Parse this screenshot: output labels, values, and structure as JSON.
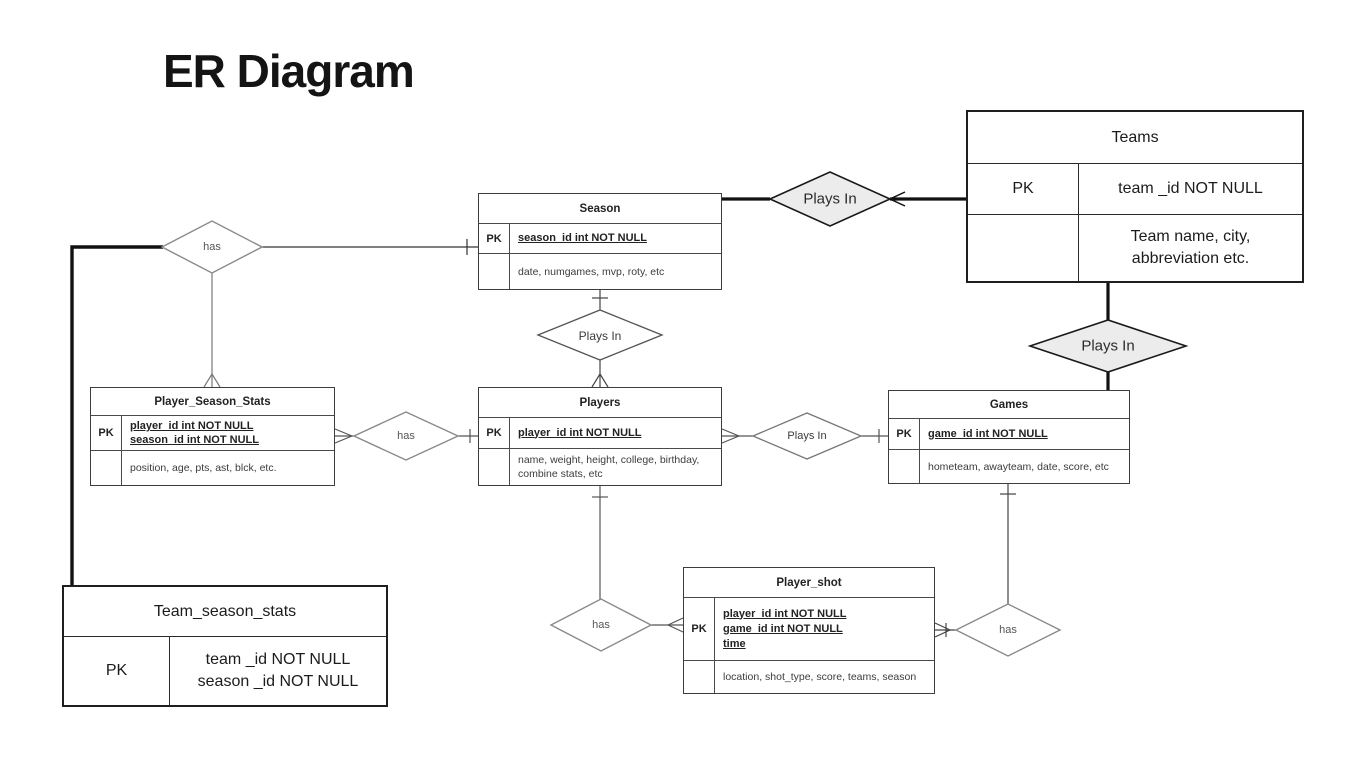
{
  "title": "ER Diagram",
  "entities": {
    "teams": {
      "title": "Teams",
      "pk_label": "PK",
      "pk_fields": [
        "team _id NOT NULL"
      ],
      "attrs": [
        "Team name, city, abbreviation etc."
      ]
    },
    "season": {
      "title": "Season",
      "pk_label": "PK",
      "pk_fields": [
        "season_id int NOT NULL"
      ],
      "attrs": [
        "date, numgames, mvp, roty, etc"
      ]
    },
    "player_season_stats": {
      "title": "Player_Season_Stats",
      "pk_label": "PK",
      "pk_fields": [
        "player_id int NOT NULL",
        "season_id int NOT NULL"
      ],
      "attrs": [
        "position, age, pts, ast, blck, etc."
      ]
    },
    "players": {
      "title": "Players",
      "pk_label": "PK",
      "pk_fields": [
        "player_id int NOT NULL"
      ],
      "attrs": [
        "name, weight, height, college, birthday, combine stats, etc"
      ]
    },
    "games": {
      "title": "Games",
      "pk_label": "PK",
      "pk_fields": [
        "game_id int NOT NULL"
      ],
      "attrs": [
        "hometeam, awayteam, date, score, etc"
      ]
    },
    "player_shot": {
      "title": "Player_shot",
      "pk_label": "PK",
      "pk_fields": [
        "player_id int NOT NULL",
        "game_id int NOT NULL",
        "time"
      ],
      "attrs": [
        "location, shot_type, score, teams, season"
      ]
    },
    "team_season_stats": {
      "title": "Team_season_stats",
      "pk_label": "PK",
      "pk_fields": [
        "team _id NOT NULL",
        "season _id NOT NULL"
      ],
      "attrs": []
    }
  },
  "relationships": {
    "season_teams": {
      "label": "Plays In"
    },
    "teams_games": {
      "label": "Plays In"
    },
    "team_season_stats_has": {
      "label": "has"
    },
    "player_season_stats_players": {
      "label": "has"
    },
    "season_players": {
      "label": "Plays In"
    },
    "players_games": {
      "label": "Plays In"
    },
    "players_player_shot": {
      "label": "has"
    },
    "games_player_shot": {
      "label": "has"
    }
  },
  "colors": {
    "background": "#ffffff",
    "thick_line": "#111111",
    "thin_line": "#555555",
    "diamond_border_gray": "#8a8a8a",
    "diamond_fill_highlight": "#ececec",
    "diamond_fill_plain": "#ffffff",
    "text_dark": "#1c1c1c"
  }
}
